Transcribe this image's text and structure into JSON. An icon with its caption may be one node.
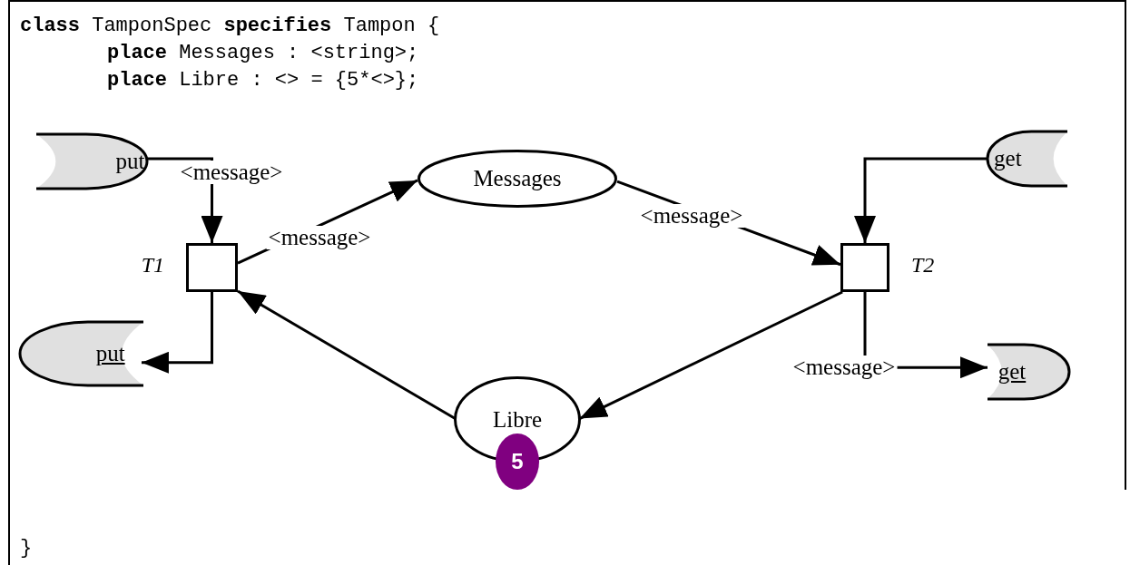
{
  "diagram": {
    "nodes": [
      {
        "text": [
          "put"
        ]
      },
      {
        "text": [
          "put"
        ]
      },
      {
        "text": [
          "Messages"
        ]
      },
      {
        "text": [],
        "shape": "box",
        "beside": [
          "T1"
        ]
      },
      {
        "text": [],
        "shape": "box",
        "beside": [
          "T2"
        ]
      },
      {
        "text": [
          "get"
        ]
      },
      {
        "text": [
          "get"
        ]
      },
      {
        "text": [
          "Libre"
        ]
      },
      {
        "text": [
          "5"
        ]
      }
    ],
    "edges": [
      {
        "from": 0,
        "to": 3,
        "arrow": "to",
        "label": "<message>"
      },
      {
        "from": 3,
        "to": 2,
        "arrow": "to",
        "label": "<message>"
      },
      {
        "from": 2,
        "to": 4,
        "arrow": "to",
        "label": "<message>"
      },
      {
        "from": 5,
        "to": 4,
        "arrow": "to"
      },
      {
        "from": 4,
        "to": 6,
        "arrow": "to",
        "label": "<message>"
      },
      {
        "from": 3,
        "to": 1,
        "arrow": "to"
      },
      {
        "from": 7,
        "to": 3,
        "arrow": "to"
      },
      {
        "from": 4,
        "to": 7,
        "arrow": "to"
      }
    ],
    "labels": [
      "**class** TamponSpec **specifies** Tampon {",
      "**place** Messages : <string>;",
      "**place** Libre : <> = {5*<>};",
      "}"
    ]
  }
}
